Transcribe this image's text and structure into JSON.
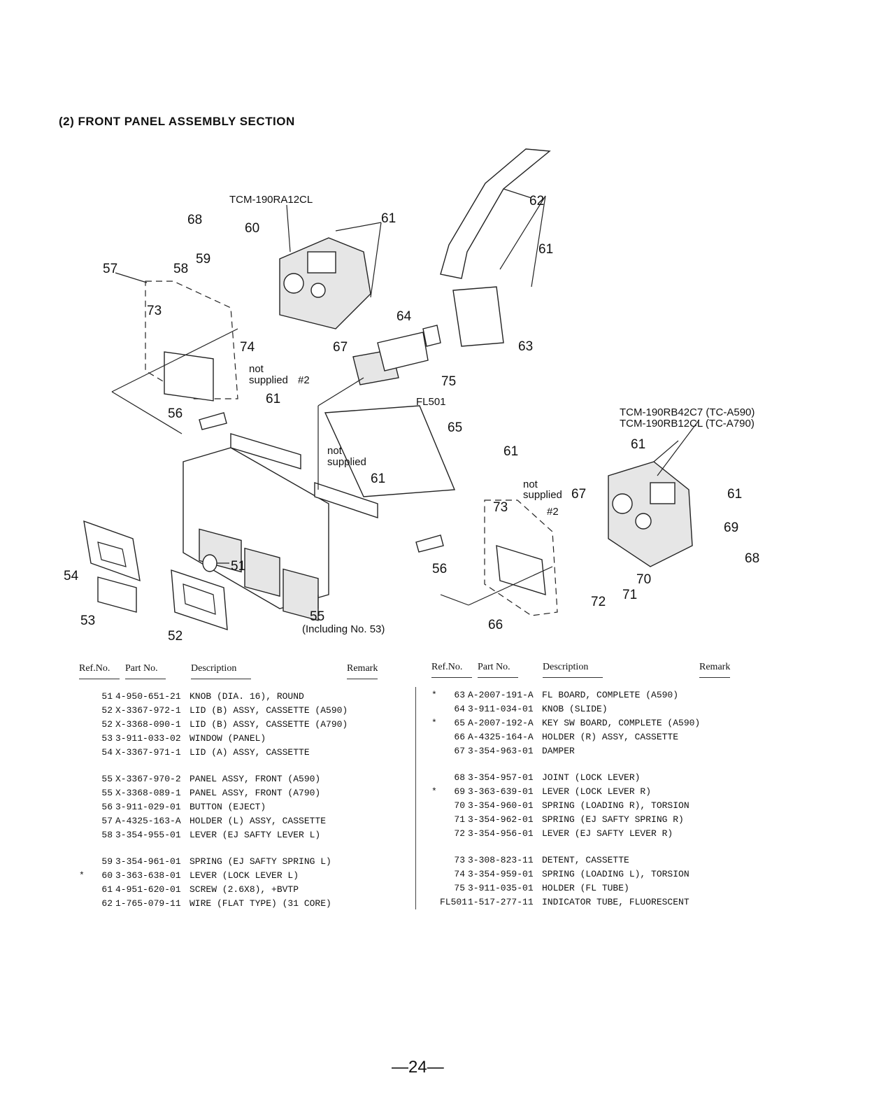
{
  "section_title": "(2)  FRONT  PANEL  ASSEMBLY  SECTION",
  "diagram": {
    "mech_left": "TCM-190RA12CL",
    "mech_right_1": "TCM-190RB42C7 (TC-A590)",
    "mech_right_2": "TCM-190RB12CL (TC-A790)",
    "not_supplied": "not",
    "supplied": "supplied",
    "screw_no": "#2",
    "including": "(Including No. 53)",
    "labels": {
      "l62": "62",
      "l61a": "61",
      "l61b": "61",
      "l61c": "61",
      "l61d": "61",
      "l61e": "61",
      "l61f": "61",
      "l61g": "61",
      "l68a": "68",
      "l60": "60",
      "l57": "57",
      "l58": "58",
      "l59": "59",
      "l73a": "73",
      "l74": "74",
      "l67a": "67",
      "l64": "64",
      "l63": "63",
      "l75": "75",
      "fl501": "FL501",
      "l65": "65",
      "l56a": "56",
      "l56b": "56",
      "l54": "54",
      "l51": "51",
      "l53": "53",
      "l52": "52",
      "l55": "55",
      "l66": "66",
      "l73b": "73",
      "l67b": "67",
      "l69": "69",
      "l68b": "68",
      "l70": "70",
      "l71": "71",
      "l72": "72"
    }
  },
  "table": {
    "headers": {
      "ref": "Ref.No.",
      "part": "Part No.",
      "desc": "Description",
      "remark": "Remark"
    },
    "left": [
      {
        "mark": "",
        "ref": "51",
        "part": "4-950-651-21",
        "desc": "KNOB (DIA. 16), ROUND"
      },
      {
        "mark": "",
        "ref": "52",
        "part": "X-3367-972-1",
        "desc": "LID (B) ASSY, CASSETTE (A590)"
      },
      {
        "mark": "",
        "ref": "52",
        "part": "X-3368-090-1",
        "desc": "LID (B) ASSY, CASSETTE (A790)"
      },
      {
        "mark": "",
        "ref": "53",
        "part": "3-911-033-02",
        "desc": "WINDOW (PANEL)"
      },
      {
        "mark": "",
        "ref": "54",
        "part": "X-3367-971-1",
        "desc": "LID (A) ASSY, CASSETTE"
      },
      {
        "mark": "",
        "ref": "55",
        "part": "X-3367-970-2",
        "desc": "PANEL ASSY, FRONT (A590)"
      },
      {
        "mark": "",
        "ref": "55",
        "part": "X-3368-089-1",
        "desc": "PANEL ASSY, FRONT (A790)"
      },
      {
        "mark": "",
        "ref": "56",
        "part": "3-911-029-01",
        "desc": "BUTTON (EJECT)"
      },
      {
        "mark": "",
        "ref": "57",
        "part": "A-4325-163-A",
        "desc": "HOLDER (L) ASSY, CASSETTE"
      },
      {
        "mark": "",
        "ref": "58",
        "part": "3-354-955-01",
        "desc": "LEVER (EJ SAFTY LEVER L)"
      },
      {
        "mark": "",
        "ref": "59",
        "part": "3-354-961-01",
        "desc": "SPRING (EJ SAFTY SPRING L)"
      },
      {
        "mark": "*",
        "ref": "60",
        "part": "3-363-638-01",
        "desc": "LEVER (LOCK LEVER L)"
      },
      {
        "mark": "",
        "ref": "61",
        "part": "4-951-620-01",
        "desc": "SCREW (2.6X8), +BVTP"
      },
      {
        "mark": "",
        "ref": "62",
        "part": "1-765-079-11",
        "desc": "WIRE (FLAT TYPE) (31 CORE)"
      }
    ],
    "right": [
      {
        "mark": "*",
        "ref": "63",
        "part": "A-2007-191-A",
        "desc": "FL BOARD, COMPLETE (A590)"
      },
      {
        "mark": "",
        "ref": "64",
        "part": "3-911-034-01",
        "desc": "KNOB (SLIDE)"
      },
      {
        "mark": "*",
        "ref": "65",
        "part": "A-2007-192-A",
        "desc": "KEY SW BOARD, COMPLETE (A590)"
      },
      {
        "mark": "",
        "ref": "66",
        "part": "A-4325-164-A",
        "desc": "HOLDER (R) ASSY, CASSETTE"
      },
      {
        "mark": "",
        "ref": "67",
        "part": "3-354-963-01",
        "desc": "DAMPER"
      },
      {
        "mark": "",
        "ref": "68",
        "part": "3-354-957-01",
        "desc": "JOINT (LOCK LEVER)"
      },
      {
        "mark": "*",
        "ref": "69",
        "part": "3-363-639-01",
        "desc": "LEVER (LOCK LEVER R)"
      },
      {
        "mark": "",
        "ref": "70",
        "part": "3-354-960-01",
        "desc": "SPRING (LOADING R), TORSION"
      },
      {
        "mark": "",
        "ref": "71",
        "part": "3-354-962-01",
        "desc": "SPRING (EJ SAFTY SPRING R)"
      },
      {
        "mark": "",
        "ref": "72",
        "part": "3-354-956-01",
        "desc": "LEVER (EJ SAFTY LEVER R)"
      },
      {
        "mark": "",
        "ref": "73",
        "part": "3-308-823-11",
        "desc": "DETENT, CASSETTE"
      },
      {
        "mark": "",
        "ref": "74",
        "part": "3-354-959-01",
        "desc": "SPRING (LOADING L), TORSION"
      },
      {
        "mark": "",
        "ref": "75",
        "part": "3-911-035-01",
        "desc": "HOLDER (FL TUBE)"
      },
      {
        "mark": "",
        "ref": "FL501",
        "part": "1-517-277-11",
        "desc": "INDICATOR TUBE, FLUORESCENT"
      }
    ]
  },
  "page_number": "—24—"
}
